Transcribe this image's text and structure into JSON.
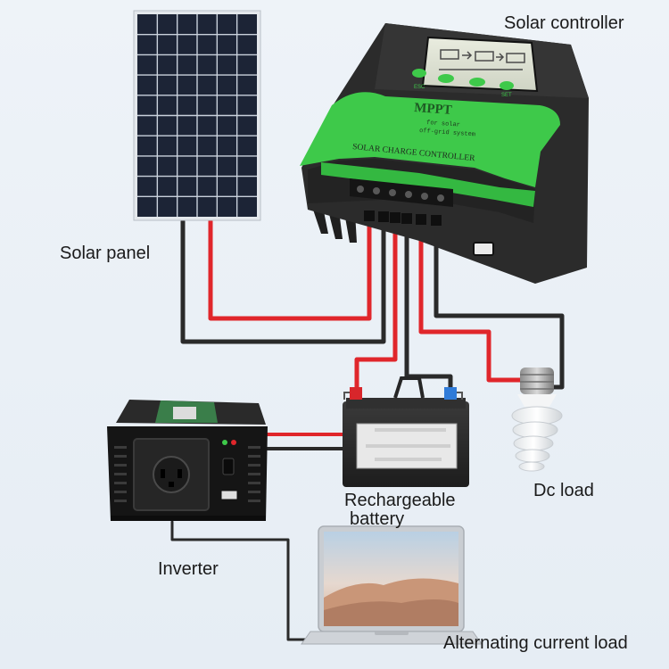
{
  "labels": {
    "solar_controller": "Solar controller",
    "solar_panel": "Solar panel",
    "battery_line1": "Rechargeable",
    "battery_line2": "battery",
    "dc_load": "Dc load",
    "inverter": "Inverter",
    "ac_load": "Alternating current load"
  },
  "controller": {
    "brand": "MPPT",
    "tagline_line1": "for solar",
    "tagline_line2": "off-grid system",
    "panel_title": "SOLAR CHARGE CONTROLLER",
    "button_esc": "ESC",
    "button_set": "SET"
  },
  "colors": {
    "wire_red": "#e0262b",
    "wire_black": "#2a2a2a",
    "controller_green": "#3ec94a",
    "controller_body": "#2b2b2b",
    "panel_cell": "#1c2436"
  }
}
